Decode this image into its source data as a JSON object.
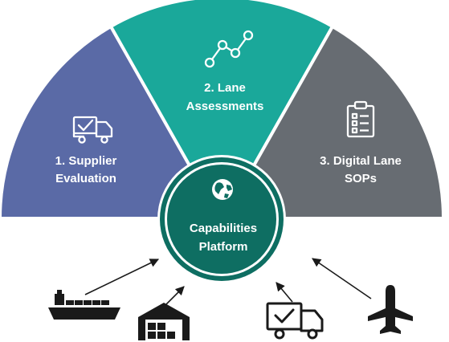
{
  "segments": [
    {
      "id": "supplier-evaluation",
      "line1": "1. Supplier",
      "line2": "Evaluation",
      "color": "#5a6aa6",
      "icon": "truck-check-icon"
    },
    {
      "id": "lane-assessments",
      "line1": "2. Lane",
      "line2": "Assessments",
      "color": "#1aa89a",
      "icon": "route-nodes-icon"
    },
    {
      "id": "digital-lane-sops",
      "line1": "3. Digital Lane",
      "line2": "SOPs",
      "color": "#676c72",
      "icon": "clipboard-checklist-icon"
    }
  ],
  "hub": {
    "line1": "Capabilities",
    "line2": "Platform",
    "color": "#0e6e62",
    "ring_color": "#ffffff",
    "icon": "globe-icon"
  },
  "inputs": [
    {
      "id": "ship",
      "icon": "cargo-ship-icon"
    },
    {
      "id": "warehouse",
      "icon": "warehouse-icon"
    },
    {
      "id": "truck",
      "icon": "delivery-truck-check-icon"
    },
    {
      "id": "airplane",
      "icon": "airplane-icon"
    }
  ]
}
